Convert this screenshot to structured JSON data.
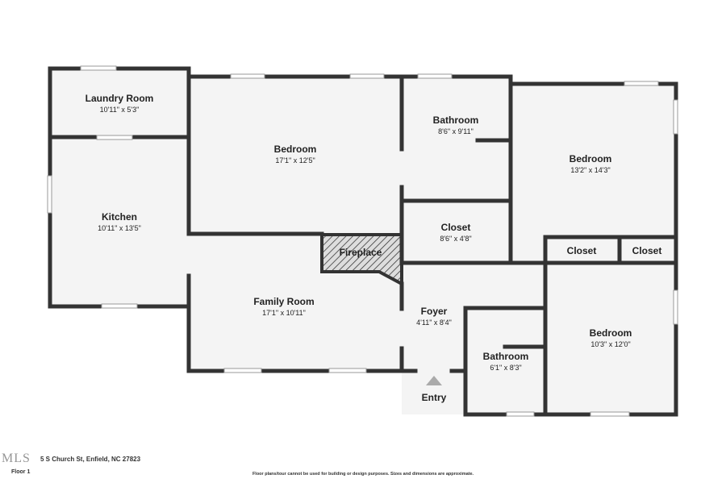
{
  "rooms": {
    "laundry": {
      "name": "Laundry Room",
      "dim": "10'11\" x 5'3\""
    },
    "kitchen": {
      "name": "Kitchen",
      "dim": "10'11\" x 13'5\""
    },
    "bedroom1": {
      "name": "Bedroom",
      "dim": "17'1\" x 12'5\""
    },
    "bathroom1": {
      "name": "Bathroom",
      "dim": "8'6\" x 9'11\""
    },
    "bedroom2": {
      "name": "Bedroom",
      "dim": "13'2\" x 14'3\""
    },
    "closet1": {
      "name": "Closet",
      "dim": "8'6\" x 4'8\""
    },
    "fireplace": {
      "name": "Fireplace"
    },
    "closet2": {
      "name": "Closet"
    },
    "closet3": {
      "name": "Closet"
    },
    "family": {
      "name": "Family Room",
      "dim": "17'1\" x 10'11\""
    },
    "foyer": {
      "name": "Foyer",
      "dim": "4'11\" x 8'4\""
    },
    "bathroom2": {
      "name": "Bathroom",
      "dim": "6'1\" x 8'3\""
    },
    "bedroom3": {
      "name": "Bedroom",
      "dim": "10'3\" x 12'0\""
    },
    "entry": {
      "name": "Entry"
    }
  },
  "footer": {
    "address": "5 S Church St, Enfield, NC 27823",
    "floor": "Floor 1",
    "disclaimer": "Floor plans/tour cannot be used for building or design purposes. Sizes and dimensions are approximate.",
    "watermark": "MLS"
  },
  "colors": {
    "wall": "#333333",
    "floor": "#f4f4f4",
    "entry_marker": "#aaaaaa"
  }
}
